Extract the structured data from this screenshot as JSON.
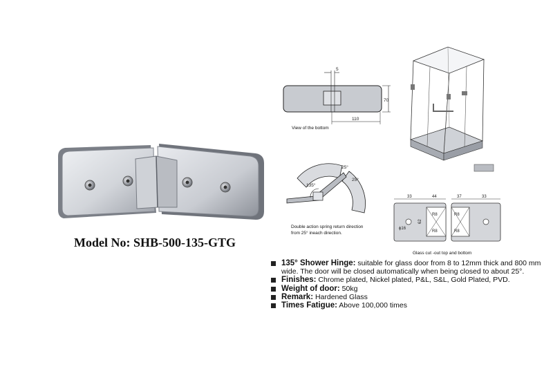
{
  "product": {
    "model_label": "Model No: SHB-500-135-GTG"
  },
  "drawings": {
    "bottom_view": {
      "caption": "View of the bottom",
      "dim_gap": "5",
      "dim_height": "70",
      "dim_length": "110"
    },
    "rotation": {
      "angle_main": "135°",
      "angle_a": "25°",
      "angle_b": "25°",
      "caption_line1": "Double action spring return direction",
      "caption_line2": "from 25° ineach direction."
    },
    "cutout": {
      "caption": "Glass cut -out top and bottom",
      "dims_top": [
        "33",
        "44",
        "37",
        "33"
      ],
      "radius_labels": [
        "R8",
        "R8",
        "R8",
        "R8"
      ],
      "height": "62",
      "diameter": "ϕ16"
    }
  },
  "specs": [
    {
      "label": "135° Shower Hinge:",
      "text": "suitable for glass door from 8 to 12mm thick and  800 mm wide. The door will be closed automatically when being closed to about 25°."
    },
    {
      "label": "Finishes:",
      "text": "Chrome plated, Nickel plated, P&L, S&L, Gold Plated, PVD."
    },
    {
      "label": "Weight of door:",
      "text": "50kg"
    },
    {
      "label": "Remark:",
      "text": "Hardened Glass"
    },
    {
      "label": "Times Fatigue:",
      "text": "Above 100,000 times"
    }
  ],
  "colors": {
    "metal_light": "#e4e6ea",
    "metal_mid": "#b7bbc2",
    "metal_dark": "#6c7079",
    "line": "#222222"
  }
}
